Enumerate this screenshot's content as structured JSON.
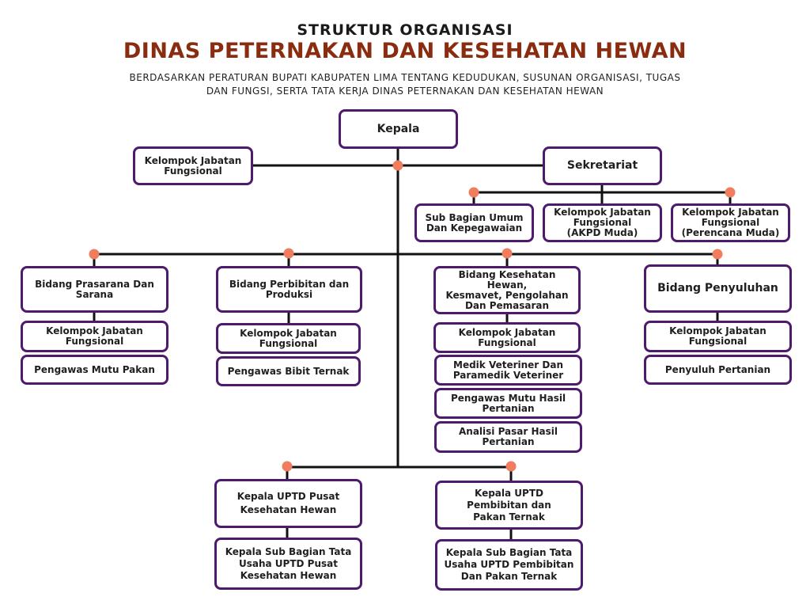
{
  "header": {
    "title_line1": "STRUKTUR ORGANISASI",
    "title_line2": "DINAS PETERNAKAN DAN KESEHATAN HEWAN",
    "subtitle": "BERDASARKAN PERATURAN BUPATI KABUPATEN LIMA TENTANG KEDUDUKAN, SUSUNAN ORGANISASI, TUGAS DAN FUNGSI, SERTA TATA KERJA DINAS PETERNAKAN DAN KESEHATAN HEWAN"
  },
  "colors": {
    "box_border": "#4e1a6d",
    "connector_dot": "#f07e5e",
    "title_accent": "#8a2c10"
  },
  "nodes": {
    "kepala": "Kepala",
    "kjf_top": "Kelompok Jabatan\nFungsional",
    "sekretariat": "Sekretariat",
    "sub_bagian_umum": "Sub Bagian Umum\nDan Kepegawaian",
    "kjf_akpd": "Kelompok Jabatan\nFungsional\n(AKPD Muda)",
    "kjf_perencana": "Kelompok Jabatan\nFungsional\n(Perencana Muda)",
    "bidang_prasarana": "Bidang Prasarana Dan\nSarana",
    "kjf_prasarana": "Kelompok Jabatan\nFungsional",
    "pengawas_mutu_pakan": "Pengawas Mutu Pakan",
    "bidang_perbibitan": "Bidang Perbibitan dan\nProduksi",
    "kjf_perbibitan": "Kelompok Jabatan\nFungsional",
    "pengawas_bibit_ternak": "Pengawas Bibit Ternak",
    "bidang_kesehatan": "Bidang Kesehatan Hewan,\nKesmavet, Pengolahan\nDan Pemasaran",
    "kjf_kesehatan": "Kelompok Jabatan\nFungsional",
    "medik_veteriner": "Medik Veteriner Dan\nParamedik Veteriner",
    "pengawas_mutu_hasil": "Pengawas Mutu Hasil\nPertanian",
    "analisi_pasar": "Analisi Pasar Hasil\nPertanian",
    "bidang_penyuluhan": "Bidang Penyuluhan",
    "kjf_penyuluhan": "Kelompok Jabatan\nFungsional",
    "penyuluh_pertanian": "Penyuluh Pertanian",
    "uptd_keswan": "Kepala UPTD Pusat\nKesehatan Hewan",
    "subbag_uptd_keswan": "Kepala Sub Bagian Tata\nUsaha UPTD Pusat\nKesehatan Hewan",
    "uptd_pembibitan": "Kepala UPTD\nPembibitan dan\nPakan Ternak",
    "subbag_uptd_pembibitan": "Kepala Sub Bagian Tata\nUsaha UPTD Pembibitan\nDan Pakan Ternak"
  }
}
